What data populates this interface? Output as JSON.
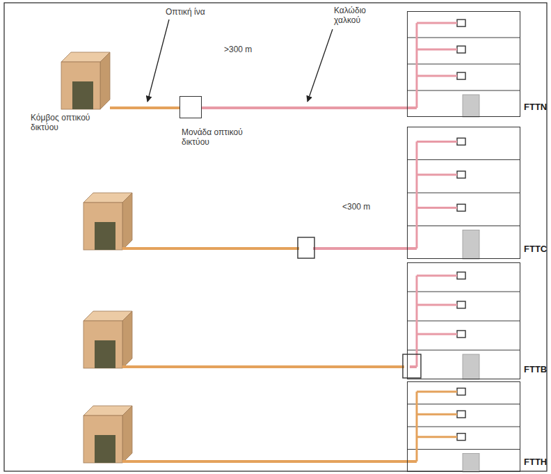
{
  "diagram": {
    "nodes": [
      {
        "text": [
          "Κόμβος οπτικού δικτύου"
        ]
      },
      {
        "text": [
          "Μονάδα οπτικού δικτύου"
        ]
      },
      {
        "text": [
          "FTTN"
        ]
      },
      {
        "text": [
          "FTTC"
        ]
      },
      {
        "text": [
          "FTTB"
        ]
      },
      {
        "text": [
          "FTTH"
        ]
      }
    ],
    "edges": [
      {
        "from": 0,
        "to": 1,
        "arrow": "none"
      },
      {
        "from": 1,
        "to": 2,
        "arrow": "none",
        "label": ">300 m"
      }
    ],
    "labels": [
      "Οπτική ίνα",
      "Καλώδιο χαλκού",
      "<300 m"
    ]
  }
}
